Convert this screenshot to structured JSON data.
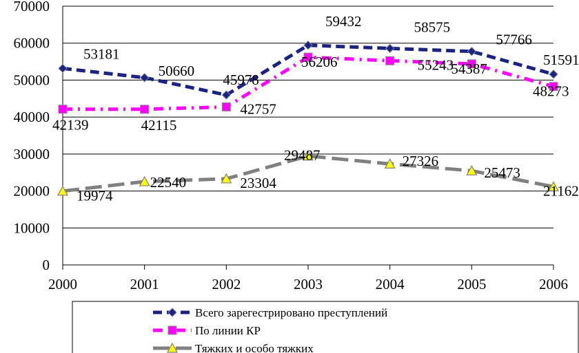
{
  "chart_data": {
    "type": "line",
    "title": "",
    "xlabel": "",
    "ylabel": "",
    "x": [
      "2000",
      "2001",
      "2002",
      "2003",
      "2004",
      "2005",
      "2006"
    ],
    "ylim": [
      0,
      70000
    ],
    "yticks": [
      0,
      10000,
      20000,
      30000,
      40000,
      50000,
      60000,
      70000
    ],
    "grid": true,
    "legend_position": "bottom",
    "series": [
      {
        "name": "Всего зарегестрировано преступлений",
        "values": [
          53181,
          50660,
          45978,
          59432,
          58575,
          57766,
          51591
        ],
        "labels": [
          "53181",
          "50660",
          "45978",
          "59432",
          "58575",
          "57766",
          "51591"
        ],
        "color": "#1a237e",
        "marker": "diamond",
        "dash": "short-dash"
      },
      {
        "name": "По линии КР",
        "values": [
          42139,
          42115,
          42757,
          56206,
          55243,
          54387,
          48273
        ],
        "labels": [
          "42139",
          "42115",
          "42757",
          "56206",
          "55243",
          "54387",
          "48273"
        ],
        "color": "#ff00ff",
        "marker": "square",
        "dash": "dash-dot"
      },
      {
        "name": "Тяжких и особо тяжких",
        "values": [
          19974,
          22540,
          23304,
          29487,
          27326,
          25473,
          21162
        ],
        "labels": [
          "19974",
          "22540",
          "23304",
          "29487",
          "27326",
          "25473",
          "21162"
        ],
        "color": "#808080",
        "marker": "triangle",
        "dash": "long-dash"
      }
    ]
  }
}
